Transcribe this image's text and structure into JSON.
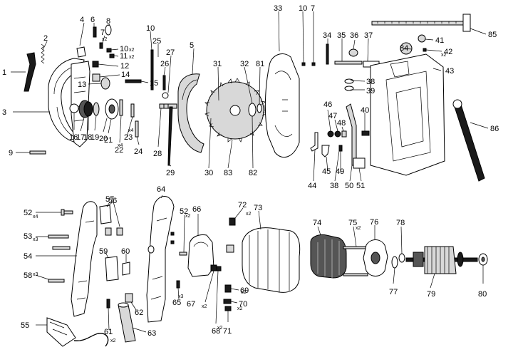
{
  "callouts": [
    {
      "id": "p1",
      "label": "1"
    },
    {
      "id": "p2",
      "label": "2"
    },
    {
      "id": "p3",
      "label": "3"
    },
    {
      "id": "p4",
      "label": "4"
    },
    {
      "id": "p5",
      "label": "5"
    },
    {
      "id": "p6",
      "label": "6"
    },
    {
      "id": "p7a",
      "label": "7"
    },
    {
      "id": "p7b",
      "label": "7"
    },
    {
      "id": "p8",
      "label": "8"
    },
    {
      "id": "p9",
      "label": "9"
    },
    {
      "id": "p10a",
      "label": "10"
    },
    {
      "id": "p10b",
      "label": "10"
    },
    {
      "id": "p10c",
      "label": "10"
    },
    {
      "id": "p11",
      "label": "11"
    },
    {
      "id": "p12",
      "label": "12"
    },
    {
      "id": "p13",
      "label": "13"
    },
    {
      "id": "p14",
      "label": "14"
    },
    {
      "id": "p15",
      "label": "15"
    },
    {
      "id": "p16",
      "label": "16"
    },
    {
      "id": "p17",
      "label": "17"
    },
    {
      "id": "p18",
      "label": "18"
    },
    {
      "id": "p19",
      "label": "19"
    },
    {
      "id": "p20",
      "label": "20"
    },
    {
      "id": "p21",
      "label": "21"
    },
    {
      "id": "p22",
      "label": "22"
    },
    {
      "id": "p23",
      "label": "23"
    },
    {
      "id": "p24",
      "label": "24"
    },
    {
      "id": "p25",
      "label": "25"
    },
    {
      "id": "p26",
      "label": "26"
    },
    {
      "id": "p27",
      "label": "27"
    },
    {
      "id": "p28",
      "label": "28"
    },
    {
      "id": "p29",
      "label": "29"
    },
    {
      "id": "p30",
      "label": "30"
    },
    {
      "id": "p31",
      "label": "31"
    },
    {
      "id": "p32",
      "label": "32"
    },
    {
      "id": "p33",
      "label": "33"
    },
    {
      "id": "p34",
      "label": "34"
    },
    {
      "id": "p35",
      "label": "35"
    },
    {
      "id": "p36",
      "label": "36"
    },
    {
      "id": "p37",
      "label": "37"
    },
    {
      "id": "p38a",
      "label": "38"
    },
    {
      "id": "p38b",
      "label": "38"
    },
    {
      "id": "p39",
      "label": "39"
    },
    {
      "id": "p40",
      "label": "40"
    },
    {
      "id": "p41",
      "label": "41"
    },
    {
      "id": "p42",
      "label": "42"
    },
    {
      "id": "p43",
      "label": "43"
    },
    {
      "id": "p44",
      "label": "44"
    },
    {
      "id": "p45",
      "label": "45"
    },
    {
      "id": "p46",
      "label": "46"
    },
    {
      "id": "p47",
      "label": "47"
    },
    {
      "id": "p48",
      "label": "48"
    },
    {
      "id": "p49",
      "label": "49"
    },
    {
      "id": "p50",
      "label": "50"
    },
    {
      "id": "p51",
      "label": "51"
    },
    {
      "id": "p52a",
      "label": "52"
    },
    {
      "id": "p52b",
      "label": "52"
    },
    {
      "id": "p53",
      "label": "53"
    },
    {
      "id": "p54",
      "label": "54"
    },
    {
      "id": "p55",
      "label": "55"
    },
    {
      "id": "p56",
      "label": "56"
    },
    {
      "id": "p57",
      "label": "57"
    },
    {
      "id": "p58",
      "label": "58"
    },
    {
      "id": "p59",
      "label": "59"
    },
    {
      "id": "p60",
      "label": "60"
    },
    {
      "id": "p61",
      "label": "61"
    },
    {
      "id": "p62",
      "label": "62"
    },
    {
      "id": "p63",
      "label": "63"
    },
    {
      "id": "p64",
      "label": "64"
    },
    {
      "id": "p65",
      "label": "65"
    },
    {
      "id": "p66",
      "label": "66"
    },
    {
      "id": "p67",
      "label": "67"
    },
    {
      "id": "p68",
      "label": "68"
    },
    {
      "id": "p69",
      "label": "69"
    },
    {
      "id": "p70",
      "label": "70"
    },
    {
      "id": "p71",
      "label": "71"
    },
    {
      "id": "p72",
      "label": "72"
    },
    {
      "id": "p73",
      "label": "73"
    },
    {
      "id": "p74",
      "label": "74"
    },
    {
      "id": "p75",
      "label": "75"
    },
    {
      "id": "p76",
      "label": "76"
    },
    {
      "id": "p77",
      "label": "77"
    },
    {
      "id": "p78",
      "label": "78"
    },
    {
      "id": "p79",
      "label": "79"
    },
    {
      "id": "p80",
      "label": "80"
    },
    {
      "id": "p81",
      "label": "81"
    },
    {
      "id": "p82",
      "label": "82"
    },
    {
      "id": "p83",
      "label": "83"
    },
    {
      "id": "p84",
      "label": "84"
    },
    {
      "id": "p85",
      "label": "85"
    },
    {
      "id": "p86",
      "label": "86"
    }
  ],
  "quantities": [
    {
      "id": "q7",
      "label": "x2"
    },
    {
      "id": "q10",
      "label": "x2"
    },
    {
      "id": "q11",
      "label": "x2"
    },
    {
      "id": "q22",
      "label": "x4"
    },
    {
      "id": "q23",
      "label": "x4"
    },
    {
      "id": "q42",
      "label": "x2"
    },
    {
      "id": "q52a",
      "label": "x4"
    },
    {
      "id": "q52b",
      "label": "x2"
    },
    {
      "id": "q53",
      "label": "x3"
    },
    {
      "id": "q58",
      "label": "x3"
    },
    {
      "id": "q61",
      "label": "x2"
    },
    {
      "id": "q65",
      "label": "x3"
    },
    {
      "id": "q67",
      "label": "x2"
    },
    {
      "id": "q68",
      "label": "x2"
    },
    {
      "id": "q69",
      "label": "x2"
    },
    {
      "id": "q70",
      "label": "x2"
    },
    {
      "id": "q72",
      "label": "x2"
    },
    {
      "id": "q75",
      "label": "x2"
    }
  ]
}
